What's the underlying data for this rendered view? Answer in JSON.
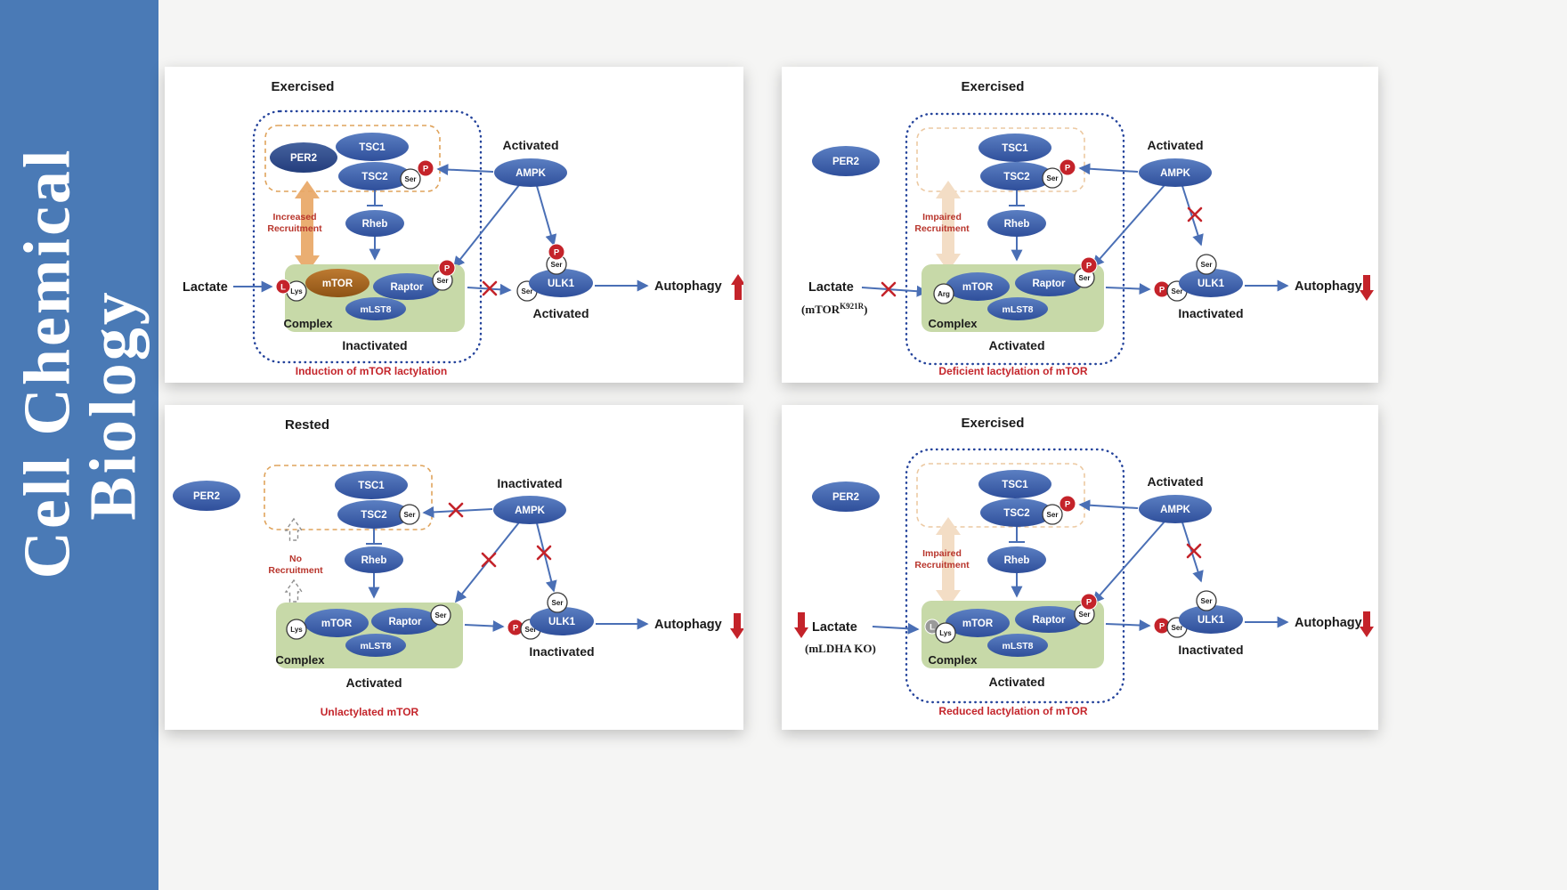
{
  "journal": {
    "name_line1": "Cell Chemical",
    "name_line2": "Biology"
  },
  "labels": {
    "per2": "PER2",
    "tsc1": "TSC1",
    "tsc2": "TSC2",
    "ampk": "AMPK",
    "rheb": "Rheb",
    "mtor": "mTOR",
    "raptor": "Raptor",
    "mlst8": "mLST8",
    "ulk1": "ULK1",
    "ser": "Ser",
    "p": "P",
    "l": "L",
    "lys": "Lys",
    "arg": "Arg",
    "complex": "Complex",
    "lactate": "Lactate",
    "autophagy": "Autophagy"
  },
  "panels": {
    "tl": {
      "condition": "Exercised",
      "ampk_state": "Activated",
      "recruitment": [
        "Increased",
        "Recruitment"
      ],
      "complex_state": "Inactivated",
      "ulk1_state": "Activated",
      "autophagy_trend": "up",
      "caption": "Induction of mTOR lactylation"
    },
    "tr": {
      "condition": "Exercised",
      "ampk_state": "Activated",
      "recruitment": [
        "Impaired",
        "Recruitment"
      ],
      "complex_state": "Activated",
      "ulk1_state": "Inactivated",
      "autophagy_trend": "down",
      "mutation_note": "(mTOR",
      "mutation_sup": "K921R",
      "mutation_close": ")",
      "caption": "Deficient lactylation of mTOR"
    },
    "bl": {
      "condition": "Rested",
      "ampk_state": "Inactivated",
      "recruitment": [
        "No",
        "Recruitment"
      ],
      "complex_state": "Activated",
      "ulk1_state": "Inactivated",
      "autophagy_trend": "down",
      "caption": "Unlactylated mTOR"
    },
    "br": {
      "condition": "Exercised",
      "ampk_state": "Activated",
      "recruitment": [
        "Impaired",
        "Recruitment"
      ],
      "complex_state": "Activated",
      "ulk1_state": "Inactivated",
      "autophagy_trend": "down",
      "knockout_note": "(mLDHA KO)",
      "caption": "Reduced lactylation of mTOR"
    }
  },
  "colors": {
    "sidebar_blue": "#4a7ab6",
    "node_blue": "#3d63a9",
    "per2_dark_blue": "#2e4c8c",
    "mtor_lactylated_brown": "#a8651f",
    "complex_green": "#c7d9a8",
    "alert_red": "#c4232a",
    "recruitment_orange": "#e8a766",
    "border_dotted_blue": "#24439b"
  }
}
